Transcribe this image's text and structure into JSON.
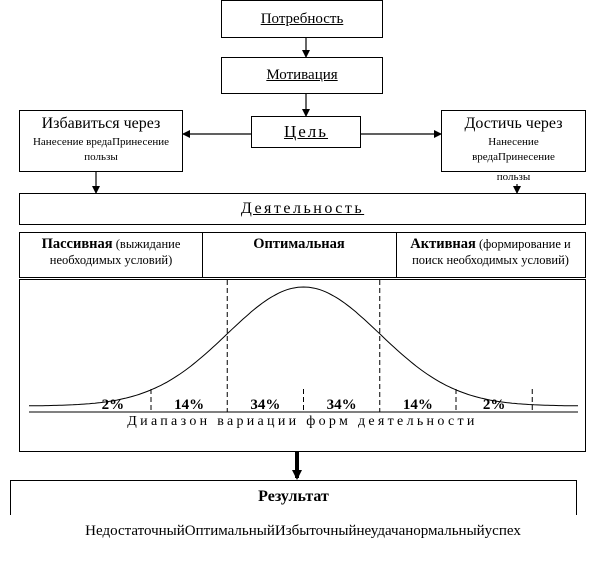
{
  "need": "Потребность",
  "motivation": "Мотивация",
  "goal": "Цель",
  "avoid": {
    "title": "Избавиться через",
    "text": "Нанесение вредаПринесение пользы"
  },
  "achieve": {
    "title": "Достичь через",
    "text_line1": "Нанесение",
    "text_line2": "вредаПринесение",
    "text_line3": "пользы"
  },
  "activity": "Деятельность",
  "segments": {
    "passive_title": "Пассивная",
    "passive_text": "(выжидание необходимых условий)",
    "optimal_title": "Оптимальная",
    "active_title": "Активная",
    "active_text": "(формирование и поиск необходимых условий)"
  },
  "variation_caption": "Диапазон вариации форм деятельности",
  "result": "Результат",
  "result_text": "НедостаточныйОптимальныйИзбыточныйнеудачанормальныйуспех",
  "chart_data": {
    "type": "area",
    "title": "",
    "xlabel": "Диапазон вариации форм деятельности",
    "ylabel": "",
    "categories": [
      "2%",
      "14%",
      "34%",
      "34%",
      "14%",
      "2%"
    ],
    "values": [
      2,
      14,
      34,
      34,
      14,
      2
    ],
    "x_boundaries": [
      -3,
      -2,
      -1,
      0,
      1,
      2,
      3
    ],
    "grid": false
  }
}
